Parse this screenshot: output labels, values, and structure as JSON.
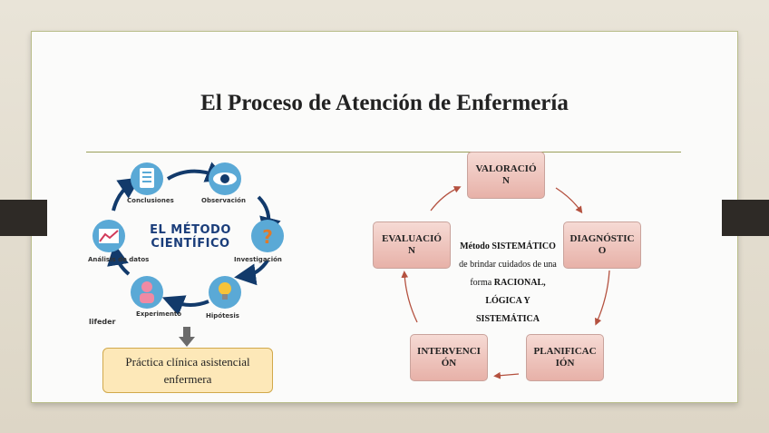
{
  "slide": {
    "title": "El Proceso de Atención de Enfermería"
  },
  "scientific_method": {
    "title_line1": "EL MÉTODO",
    "title_line2": "CIENTÍFICO",
    "steps": {
      "conclusiones": "Conclusiones",
      "observacion": "Observación",
      "investigacion": "Investigación",
      "hipotesis": "Hipótesis",
      "experimento": "Experimento",
      "analisis": "Análisis de datos"
    },
    "credit": "lifeder",
    "practice_box": "Práctica clínica asistencial enfermera"
  },
  "nursing_cycle": {
    "valoracion": "VALORACIÓN",
    "diagnostico": "DIAGNÓSTICO",
    "planificacion": "PLANIFICACIÓN",
    "intervencion": "INTERVENCIÓN",
    "evaluacion": "EVALUACIÓN",
    "center_line1_bold": "Método SISTEMÁTICO",
    "center_line2": "de brindar cuidados de una",
    "center_line3_pre": "forma ",
    "center_line3_bold": "RACIONAL,",
    "center_line4_bold": "LÓGICA Y",
    "center_line5_bold": "SISTEMÁTICA"
  },
  "colors": {
    "box_fill": "#e7b1a8",
    "arrow": "#b4513f",
    "practice_fill": "#fde8b8",
    "method_blue": "#1a3d7a"
  }
}
